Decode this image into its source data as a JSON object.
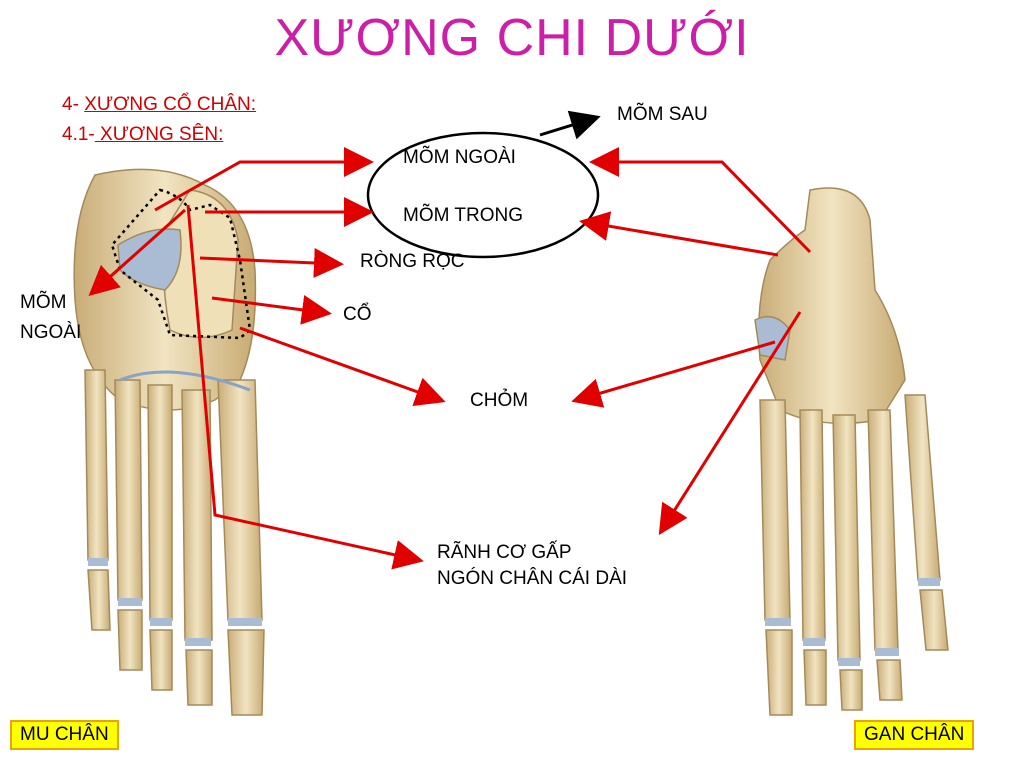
{
  "title": "XƯƠNG CHI DƯỚI",
  "heading": {
    "line1_prefix": "4- ",
    "line1_text": "XƯƠNG CỔ CHÂN:",
    "line2_prefix": "4.1-",
    "line2_text": " XƯƠNG SÊN:"
  },
  "labels": {
    "mom_sau": "MÕM SAU",
    "mom_ngoai_center": "MÕM NGOÀI",
    "mom_trong": "MÕM TRONG",
    "rong_roc": "RÒNG RỌC",
    "co": "CỔ",
    "chom": "CHỎM",
    "ranh_line1": "RÃNH CƠ GẤP",
    "ranh_line2": "NGÓN CHÂN CÁI DÀI",
    "mom_ngoai_left_line1": "MÕM",
    "mom_ngoai_left_line2": "NGOÀI"
  },
  "boxes": {
    "left": "MU CHÂN",
    "right": "GAN CHÂN"
  },
  "colors": {
    "title": "#cc1fa8",
    "arrow": "#e00000",
    "bone": "#e8d6a8",
    "cartilage": "#a9bcd4",
    "box_fill": "#ffff00"
  }
}
